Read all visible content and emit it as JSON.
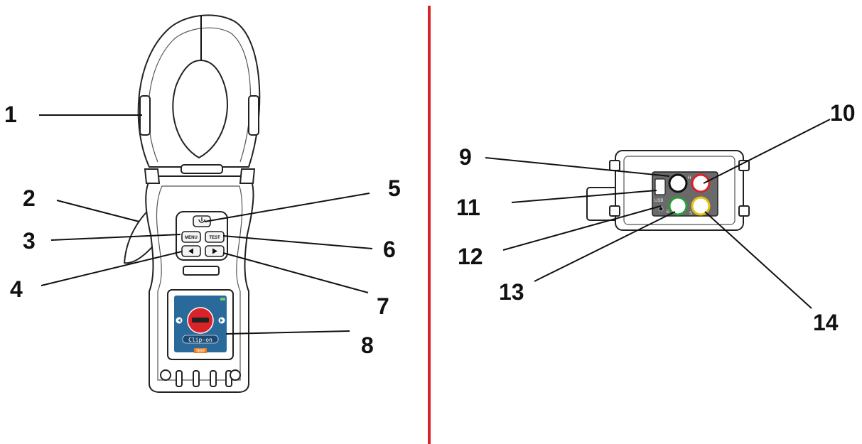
{
  "callouts": [
    {
      "id": "1",
      "label": "1"
    },
    {
      "id": "2",
      "label": "2"
    },
    {
      "id": "3",
      "label": "3"
    },
    {
      "id": "4",
      "label": "4"
    },
    {
      "id": "5",
      "label": "5"
    },
    {
      "id": "6",
      "label": "6"
    },
    {
      "id": "7",
      "label": "7"
    },
    {
      "id": "8",
      "label": "8"
    },
    {
      "id": "9",
      "label": "9"
    },
    {
      "id": "10",
      "label": "10"
    },
    {
      "id": "11",
      "label": "11"
    },
    {
      "id": "12",
      "label": "12"
    },
    {
      "id": "13",
      "label": "13"
    },
    {
      "id": "14",
      "label": "14"
    }
  ],
  "buttons": {
    "menu": "MENU",
    "test": "TEST",
    "power_icon": "power-icon",
    "left_icon": "arrow-left-icon",
    "right_icon": "arrow-right-icon"
  },
  "screen": {
    "mode_label": "Clip-on",
    "test_badge": "TEST"
  },
  "ports": {
    "h": "H",
    "e": "E",
    "s": "S",
    "usb": "USB"
  },
  "colors": {
    "divider": "#d9222a",
    "port_black": "#111111",
    "port_red": "#d9222a",
    "port_green": "#2a9d3a",
    "port_yellow": "#e5c20f",
    "screen_bg": "#2a6a9a",
    "badge": "#f07a1a"
  }
}
